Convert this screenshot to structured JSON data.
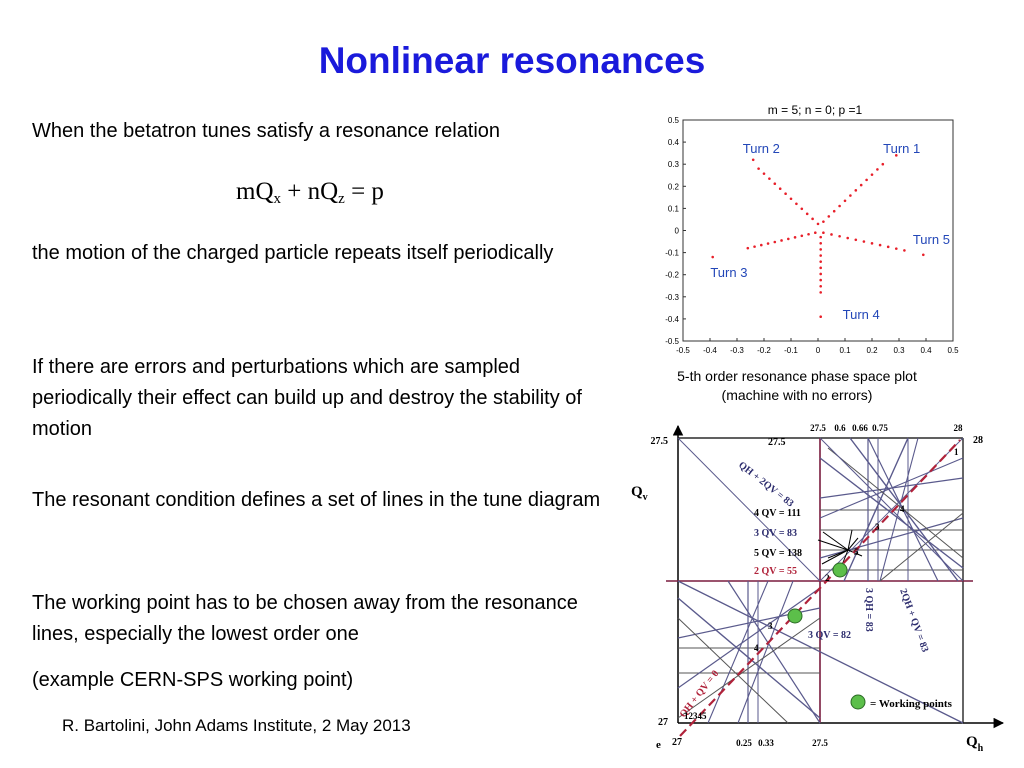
{
  "slide": {
    "title": "Nonlinear resonances",
    "paragraphs": [
      "When the betatron tunes satisfy a resonance relation",
      "the motion of the charged particle repeats itself periodically",
      "If there are errors and perturbations which are sampled periodically their effect can build up and destroy the stability of motion",
      "The resonant condition defines a set of lines in the tune diagram",
      "The working point has to be chosen away from the resonance lines, especially the lowest order one",
      "(example CERN-SPS working point)"
    ],
    "formula": {
      "m": "mQ",
      "sub_x": "x",
      "plus": "+ nQ",
      "sub_z": "z",
      "eq": "= p"
    },
    "footer": "R. Bartolini, John Adams Institute, 2 May 2013"
  },
  "chart_data": [
    {
      "type": "scatter",
      "title": "m = 5; n = 0; p =1",
      "xlim": [
        -0.5,
        0.5
      ],
      "ylim": [
        -0.5,
        0.5
      ],
      "xticks": [
        "-0.5",
        "-0.4",
        "-0.3",
        "-0.2",
        "-0.1",
        "0",
        "0.1",
        "0.2",
        "0.3",
        "0.4",
        "0.5"
      ],
      "yticks": [
        "0.5",
        "0.4",
        "0.3",
        "0.2",
        "0.1",
        "0",
        "-0.1",
        "-0.2",
        "-0.3",
        "-0.4",
        "-0.5"
      ],
      "marker_color": "#e8202a",
      "annotations": [
        {
          "text": "Turn 2",
          "x": -0.21,
          "y": 0.35
        },
        {
          "text": "Turn 1",
          "x": 0.31,
          "y": 0.35
        },
        {
          "text": "Turn 5",
          "x": 0.42,
          "y": -0.06
        },
        {
          "text": "Turn 3",
          "x": -0.33,
          "y": -0.21
        },
        {
          "text": "Turn 4",
          "x": 0.16,
          "y": -0.4
        }
      ],
      "arms": [
        {
          "from": [
            0.02,
            0.04
          ],
          "to": [
            0.24,
            0.3
          ],
          "n": 12,
          "tip": [
            0.29,
            0.34
          ]
        },
        {
          "from": [
            0.0,
            0.03
          ],
          "to": [
            -0.22,
            0.28
          ],
          "n": 12,
          "tip": [
            -0.24,
            0.32
          ]
        },
        {
          "from": [
            -0.01,
            -0.01
          ],
          "to": [
            -0.26,
            -0.08
          ],
          "n": 11,
          "tip": [
            -0.39,
            -0.12
          ]
        },
        {
          "from": [
            0.01,
            -0.03
          ],
          "to": [
            0.01,
            -0.28
          ],
          "n": 10,
          "tip": [
            0.01,
            -0.39
          ]
        },
        {
          "from": [
            0.02,
            -0.01
          ],
          "to": [
            0.32,
            -0.09
          ],
          "n": 11,
          "tip": [
            0.39,
            -0.11
          ]
        }
      ]
    },
    {
      "type": "diagram",
      "xlabel": "Q",
      "xlabel_sub": "h",
      "ylabel": "Q",
      "ylabel_sub": "v",
      "corner_labels": {
        "bottom_left_x": "27",
        "bottom_left_y": "27",
        "top_left": "27.5",
        "top_right": "28",
        "right_end": "28",
        "bottom_e": "e"
      },
      "top_ticks": [
        "27.5",
        "0.6",
        "0.66",
        "0.75",
        "28"
      ],
      "top_inner": "27.5",
      "bottom_ticks": [
        "0.25",
        "0.33",
        "27.5"
      ],
      "labels": [
        "QH + 2QV = 83",
        "4 QV = 111",
        "3 QV = 83",
        "5 QV = 138",
        "2 QV = 55",
        "3 QH = 83",
        "2QH + QV = 83",
        "3 QV = 82",
        "QH + QV = 0",
        "12345"
      ],
      "order_marks": [
        "1",
        "2",
        "3",
        "3",
        "4",
        "4",
        "5"
      ],
      "legend": "= Working points",
      "working_point_color": "#5cbf4a"
    }
  ]
}
